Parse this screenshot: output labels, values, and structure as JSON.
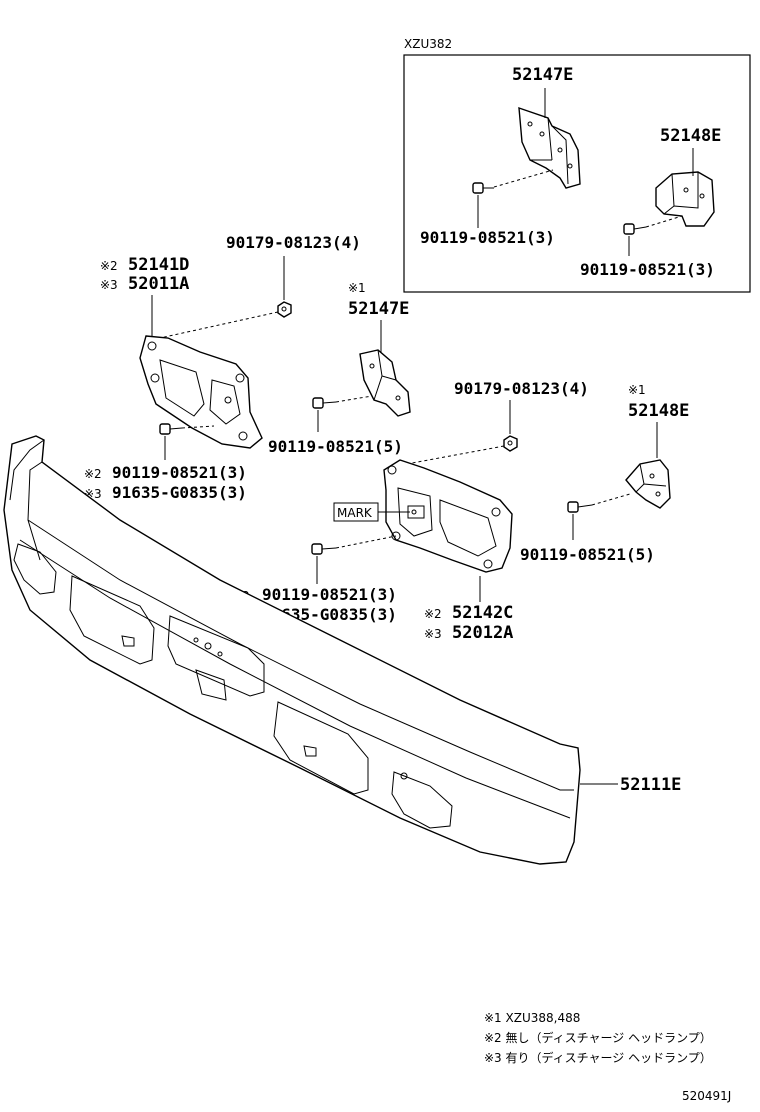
{
  "inset": {
    "model_code": "XZU382"
  },
  "labels": {
    "inset_bracket_top": "52147E",
    "inset_bracket_right": "52148E",
    "inset_bolt_left": "90119-08521(3)",
    "inset_bolt_right": "90119-08521(3)",
    "left_nut": "90179-08123(4)",
    "left_plate_mark2": "※2",
    "left_plate_no2": "52141D",
    "left_plate_mark3": "※3",
    "left_plate_no3": "52011A",
    "mid_bracket_mark": "※1",
    "mid_bracket_no": "52147E",
    "mid_bolt": "90119-08521(5)",
    "left_bolt_mark2": "※2",
    "left_bolt_no2": "90119-08521(3)",
    "left_bolt_mark3": "※3",
    "left_bolt_no3": "91635-G0835(3)",
    "right_nut": "90179-08123(4)",
    "right_bracket_mark": "※1",
    "right_bracket_no": "52148E",
    "mark_tag": "MARK",
    "right_bolt": "90119-08521(5)",
    "center_bolt_mark2": "※2",
    "center_bolt_no2": "90119-08521(3)",
    "center_bolt_mark3": "※3",
    "center_bolt_no3": "91635-G0835(3)",
    "right_plate_mark2": "※2",
    "right_plate_no2": "52142C",
    "right_plate_mark3": "※3",
    "right_plate_no3": "52012A",
    "bumper": "52111E"
  },
  "notes": [
    "※1 XZU388,488",
    "※2 無し（ディスチャージ ヘッドランプ）",
    "※3 有り（ディスチャージ ヘッドランプ）"
  ],
  "figure_code": "520491J"
}
